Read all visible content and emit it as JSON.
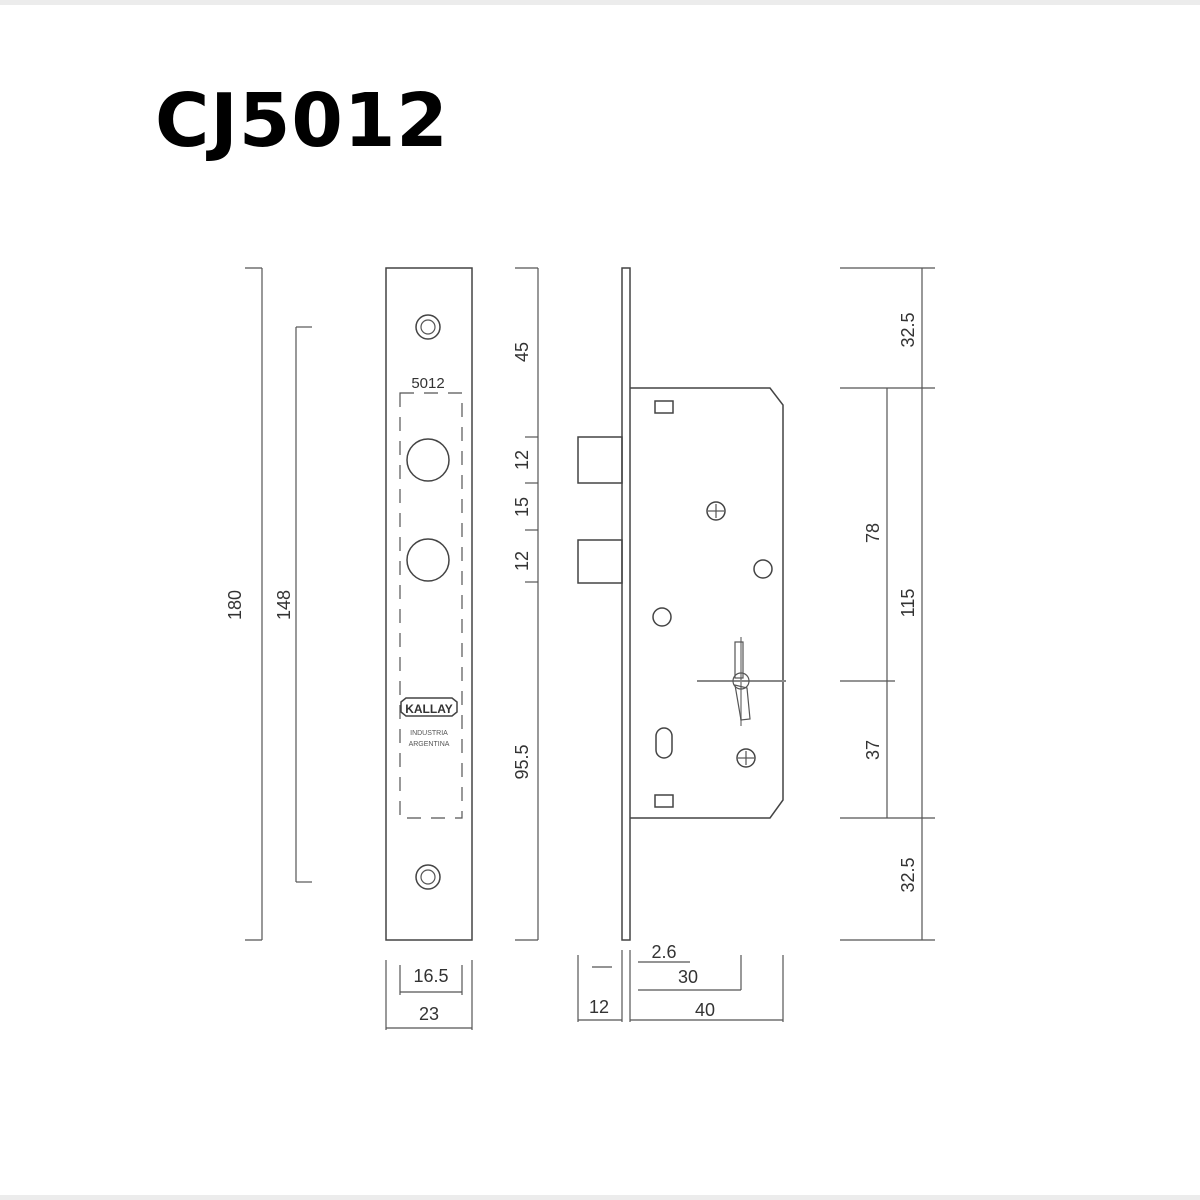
{
  "title": "CJ5012",
  "faceplate": {
    "model_mark": "5012",
    "logo": "KALLAY",
    "logo_line1": "INDUSTRIA",
    "logo_line2": "ARGENTINA"
  },
  "dimensions": {
    "total_height": "180",
    "screw_spacing": "148",
    "top_to_latch": "45",
    "latch_height": "12",
    "latch_gap": "15",
    "bolt_height": "12",
    "bolt_to_bottom": "95.5",
    "inner_width": "16.5",
    "plate_width": "23",
    "plate_thickness": "2.6",
    "backset_30": "30",
    "case_depth": "40",
    "bolt_throw": "12",
    "top_margin": "32.5",
    "case_height": "115",
    "upper_to_key": "78",
    "key_to_lower": "37",
    "bottom_margin": "32.5"
  }
}
